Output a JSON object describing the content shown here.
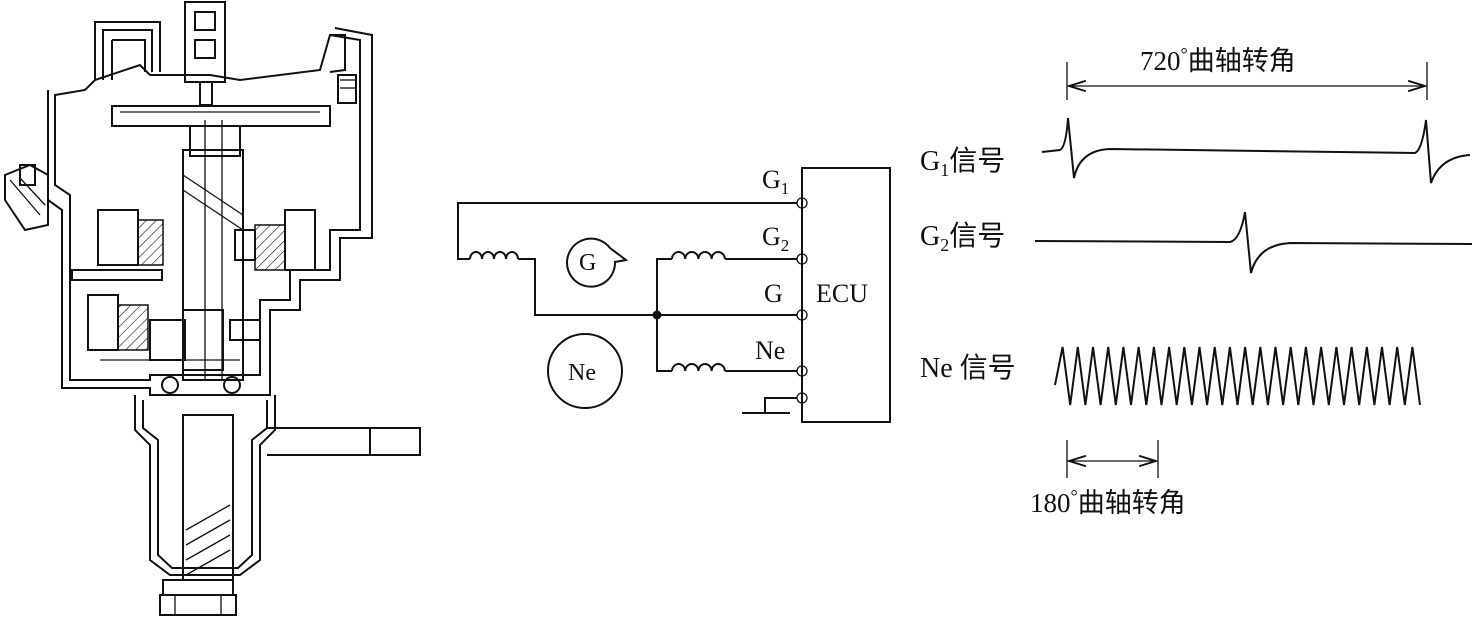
{
  "ecu": {
    "label": "ECU"
  },
  "terminals": [
    {
      "id": "g1",
      "label": "G",
      "sub": "1"
    },
    {
      "id": "g2",
      "label": "G",
      "sub": "2"
    },
    {
      "id": "g",
      "label": "G",
      "sub": ""
    },
    {
      "id": "ne",
      "label": "Ne",
      "sub": ""
    }
  ],
  "rotors": {
    "g_rotor": "G",
    "ne_rotor": "Ne"
  },
  "signals": {
    "g1": {
      "prefix": "G",
      "sub": "1",
      "suffix": "信号"
    },
    "g2": {
      "prefix": "G",
      "sub": "2",
      "suffix": "信号"
    },
    "ne": {
      "label": "Ne 信号"
    }
  },
  "dimensions": {
    "top": {
      "value": "720",
      "unit": "°",
      "text": "曲轴转角"
    },
    "bottom": {
      "value": "180",
      "unit": "°",
      "text": "曲轴转角"
    }
  }
}
